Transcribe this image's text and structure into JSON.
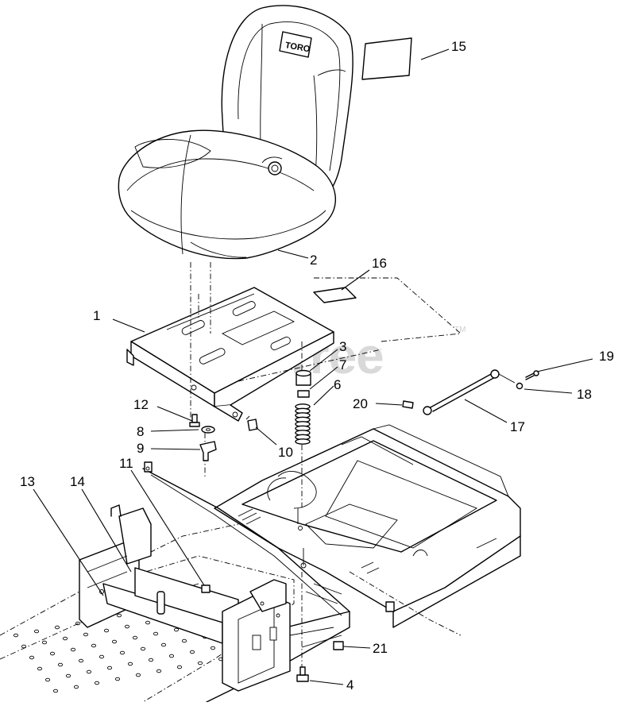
{
  "watermark": {
    "text": "PartsTree",
    "trademark": "TM"
  },
  "seat_logo": "TORO",
  "callouts": [
    {
      "id": "1",
      "label": "1",
      "part": "seat-plate"
    },
    {
      "id": "2",
      "label": "2",
      "part": "seat"
    },
    {
      "id": "3",
      "label": "3",
      "part": "bumper"
    },
    {
      "id": "4",
      "label": "4",
      "part": "bolt-bottom"
    },
    {
      "id": "6",
      "label": "6",
      "part": "spring"
    },
    {
      "id": "7",
      "label": "7",
      "part": "nut"
    },
    {
      "id": "8",
      "label": "8",
      "part": "washer"
    },
    {
      "id": "9",
      "label": "9",
      "part": "knob"
    },
    {
      "id": "10",
      "label": "10",
      "part": "bolt"
    },
    {
      "id": "11",
      "label": "11",
      "part": "nut-front"
    },
    {
      "id": "12",
      "label": "12",
      "part": "stud"
    },
    {
      "id": "13",
      "label": "13",
      "part": "footrest"
    },
    {
      "id": "14",
      "label": "14",
      "part": "bracket"
    },
    {
      "id": "15",
      "label": "15",
      "part": "decal-seat"
    },
    {
      "id": "16",
      "label": "16",
      "part": "decal-plate"
    },
    {
      "id": "17",
      "label": "17",
      "part": "cable"
    },
    {
      "id": "18",
      "label": "18",
      "part": "clip"
    },
    {
      "id": "19",
      "label": "19",
      "part": "cotter-pin"
    },
    {
      "id": "20",
      "label": "20",
      "part": "bolt-small"
    },
    {
      "id": "21",
      "label": "21",
      "part": "nut-rear"
    }
  ]
}
